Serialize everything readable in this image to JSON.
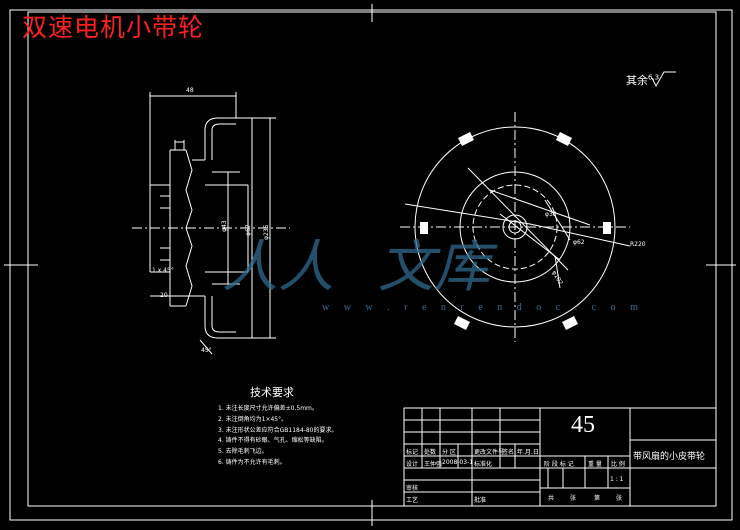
{
  "banner": "双速电机小带轮",
  "roughness": {
    "label": "其余",
    "value": "6.3"
  },
  "watermark": {
    "text_a": "人人",
    "text_b": "文库",
    "url": "w w w . r e n r e n d o c . c o m"
  },
  "dimensions": {
    "top_width": "48",
    "bottom_width": "20",
    "chamfer": "1 x 45°",
    "dia_43": "φ43",
    "dia_67": "φ67",
    "dia_235": "φ235",
    "dia_38": "φ38",
    "dia_62": "φ62",
    "dia_102": "φ102",
    "radius_220": "R220",
    "angle_45": "45°"
  },
  "tech_requirements": {
    "title": "技术要求",
    "items": [
      "1. 未注长度尺寸允许偏差±0.5mm。",
      "2. 未注倒角均为1×45°。",
      "3. 未注形状公差应符合GB1184-80的要求。",
      "4. 铸件不得有砂眼、气孔、缩松等缺陷。",
      "5. 去除毛刺飞边。",
      "6. 铸件为不允许有毛刺。"
    ]
  },
  "title_block": {
    "big_number": "45",
    "part_name": "带风扇的小皮带轮",
    "revision_headers": [
      "标记",
      "处数",
      "分 区",
      "更改文件号",
      "签名",
      "年.月.日"
    ],
    "row_design": [
      "设计",
      "王仲强",
      "2008-03-1",
      "标准化"
    ],
    "stage_headers": [
      "阶 段 标 记",
      "重 量",
      "比 例"
    ],
    "scale": "1 : 1",
    "row_check": "审核",
    "row_process": "工艺",
    "approve": "批准",
    "sheet_info": [
      "共",
      "张",
      "第",
      "张"
    ]
  }
}
